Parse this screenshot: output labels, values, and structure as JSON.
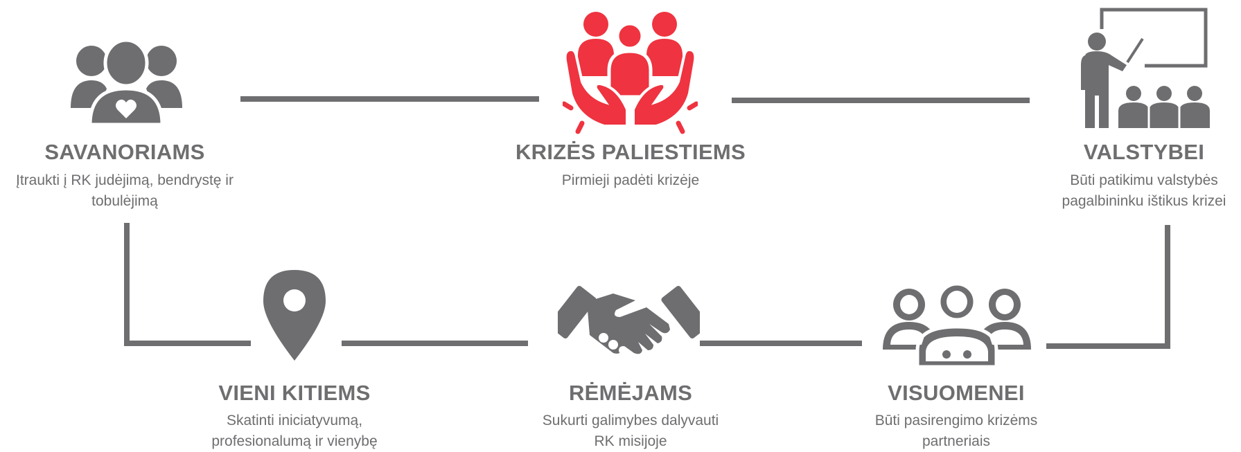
{
  "colors": {
    "grey": "#6e6d70",
    "red": "#ef3340"
  },
  "nodes": [
    {
      "id": "savanoriams",
      "icon": "volunteers-heart-icon",
      "title": "SAVANORIAMS",
      "desc_lines": [
        "Įtraukti į RK judėjimą, bendrystę ir",
        "tobulėjimą"
      ]
    },
    {
      "id": "krizes",
      "icon": "hands-holding-people-icon",
      "title": "KRIZĖS PALIESTIEMS",
      "desc_lines": [
        "Pirmieji padėti krizėje"
      ]
    },
    {
      "id": "valstybei",
      "icon": "teacher-presentation-icon",
      "title": "VALSTYBEI",
      "desc_lines": [
        "Būti patikimu valstybės",
        "pagalbininku ištikus krizei"
      ]
    },
    {
      "id": "vieni",
      "icon": "location-pin-icon",
      "title": "VIENI KITIEMS",
      "desc_lines": [
        "Skatinti iniciatyvumą,",
        "profesionalumą ir vienybę"
      ]
    },
    {
      "id": "remejams",
      "icon": "handshake-icon",
      "title": "RĖMĖJAMS",
      "desc_lines": [
        "Sukurti galimybes dalyvauti",
        "RK misijoje"
      ]
    },
    {
      "id": "visuomenei",
      "icon": "community-group-icon",
      "title": "VISUOMENEI",
      "desc_lines": [
        "Būti pasirengimo krizėms",
        "partneriais"
      ]
    }
  ]
}
